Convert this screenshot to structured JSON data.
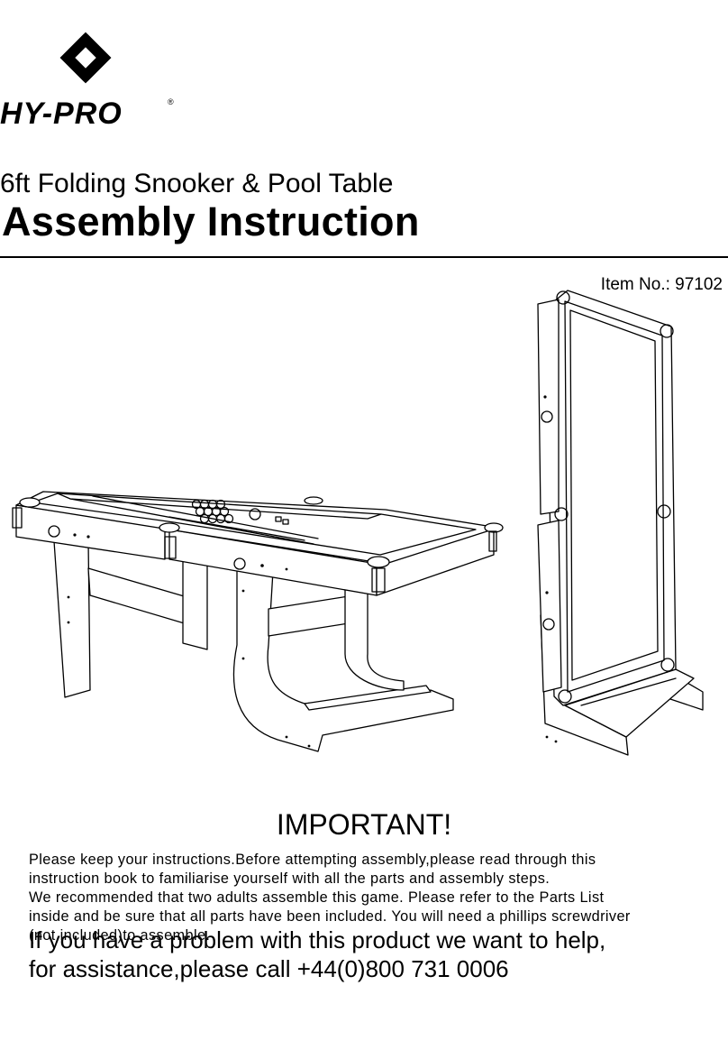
{
  "brand": {
    "name": "HY-PRO",
    "registered_mark": "®"
  },
  "document": {
    "subtitle": "6ft Folding Snooker & Pool Table",
    "title": "Assembly Instruction",
    "item_number": "Item No.: 97102"
  },
  "important": {
    "heading": "IMPORTANT!",
    "paragraph_lines": [
      "Please keep your instructions.Before attempting assembly,please read through this",
      "instruction book to familiarise yourself with all the parts and assembly steps.",
      "We recommended that two adults assemble this game. Please refer to the Parts List",
      "inside and be sure that all parts have been included. You will need a phillips screwdriver",
      "(not included)to assemble."
    ],
    "help_lines": [
      "If you have a problem with this product we want to help,",
      "for assistance,please call +44(0)800 731 0006"
    ]
  },
  "icons": {
    "brand_logo": "interlocked-diamond-logo"
  }
}
